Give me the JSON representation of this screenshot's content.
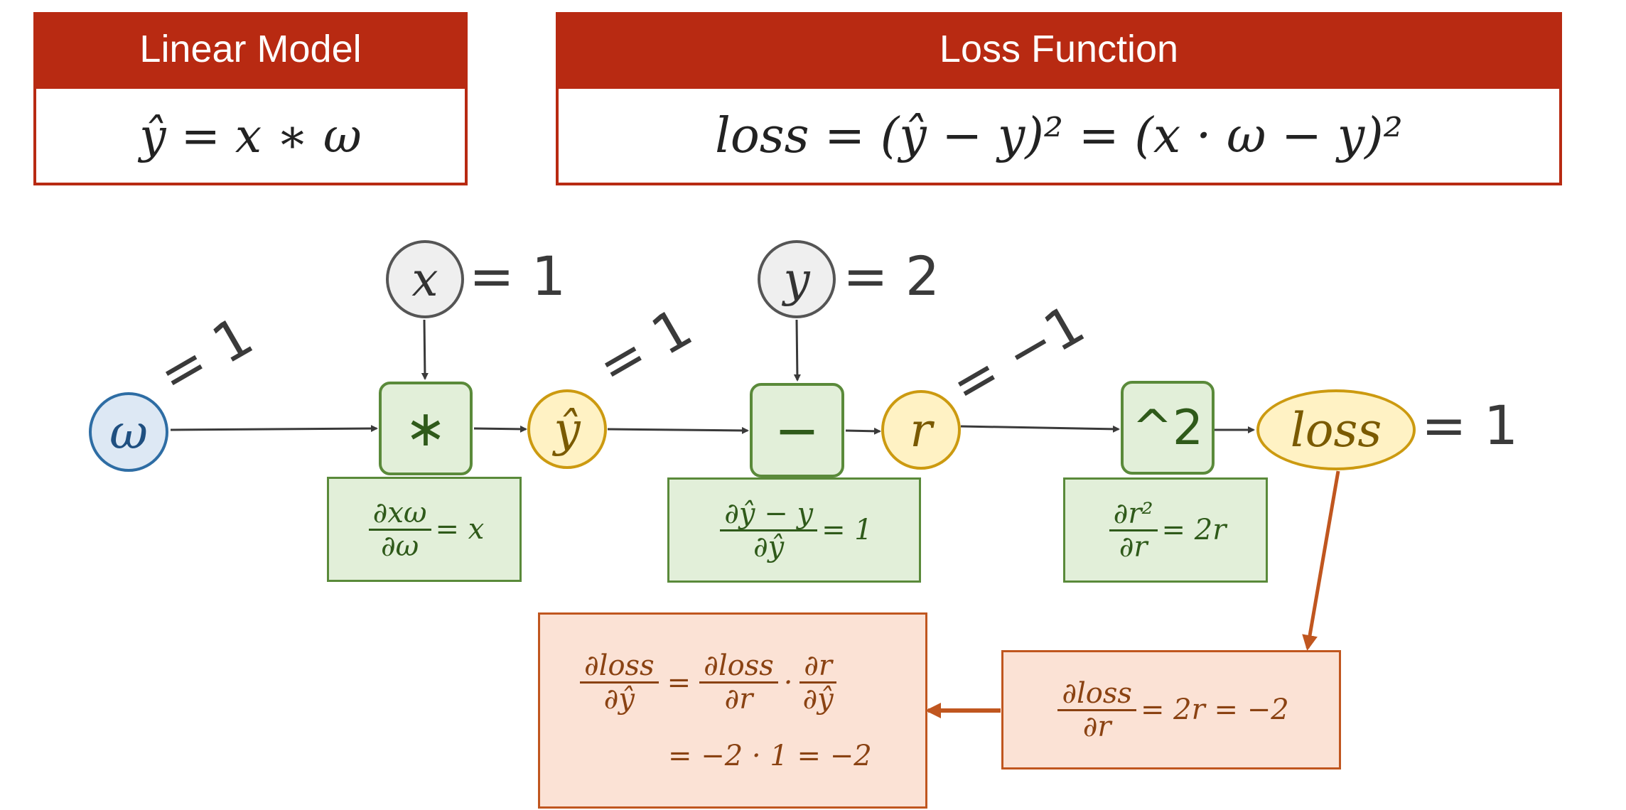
{
  "header_left": {
    "title": "Linear Model",
    "formula": "ŷ = x ∗ ω"
  },
  "header_right": {
    "title": "Loss Function",
    "formula": "loss = (ŷ − y)² = (x · ω − y)²"
  },
  "nodes": {
    "omega": {
      "symbol": "ω",
      "value": "= 1"
    },
    "x": {
      "symbol": "x",
      "value": "= 1"
    },
    "y": {
      "symbol": "y",
      "value": "= 2"
    },
    "yhat": {
      "symbol": "ŷ",
      "value": "= 1"
    },
    "r": {
      "symbol": "r",
      "value": "= −1"
    },
    "loss": {
      "symbol": "loss",
      "value": "= 1"
    },
    "mul": {
      "symbol": "∗"
    },
    "minus": {
      "symbol": "−"
    },
    "square": {
      "symbol": "^2"
    }
  },
  "gradients": {
    "mul": {
      "num": "∂xω",
      "den": "∂ω",
      "rhs": "= x"
    },
    "minus": {
      "num": "∂ŷ − y",
      "den": "∂ŷ",
      "rhs": "= 1"
    },
    "square": {
      "num": "∂r²",
      "den": "∂r",
      "rhs": "= 2r"
    }
  },
  "backprop": {
    "dloss_dr": {
      "num": "∂loss",
      "den": "∂r",
      "rhs": "= 2r = −2"
    },
    "chain": {
      "lhs_num": "∂loss",
      "lhs_den": "∂ŷ",
      "eq": "=",
      "a_num": "∂loss",
      "a_den": "∂r",
      "dot": "·",
      "b_num": "∂r",
      "b_den": "∂ŷ",
      "line2": "= −2 · 1 = −2"
    }
  },
  "colors": {
    "header": "#b82a12",
    "omega_fill": "#dde8f4",
    "omega_border": "#2e6da4",
    "gray_fill": "#efefef",
    "gray_border": "#555555",
    "yellow_fill": "#fff2c4",
    "yellow_border": "#cc9a10",
    "green_fill": "#e2efd9",
    "green_border": "#5a8a3a",
    "orange_fill": "#fbe2d5",
    "orange_border": "#c0561f"
  }
}
